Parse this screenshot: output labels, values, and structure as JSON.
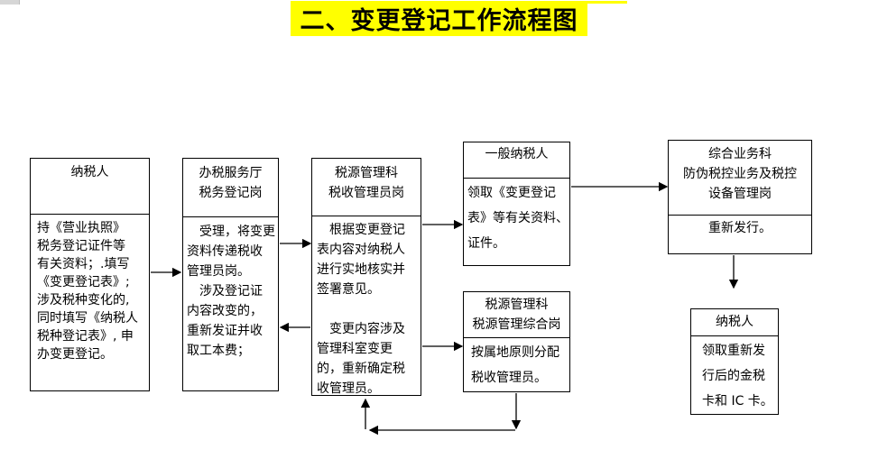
{
  "title": {
    "text": "二、变更登记工作流程图",
    "highlight_color": "#ffff00"
  },
  "boxes": [
    {
      "id": "taxpayer-start",
      "header": "纳税人",
      "body": "持《营业执照》\n税务登记证件等\n有关资料；.填写\n《变更登记表》;\n涉及税种变化的,\n同时填写《纳税人\n税种登记表》, 申\n办变更登记。"
    },
    {
      "id": "tax-service-hall",
      "header": "办税服务厅\n税务登记岗",
      "body": "　受理，将变更\n资料传递税收\n管理员岗。\n　涉及登记证\n内容改变的，\n重新发证并收\n取工本费；"
    },
    {
      "id": "tax-source-admin-clerk",
      "header": "税源管理科\n税收管理员岗",
      "body": "　根据变更登记\n表内容对纳税人\n进行实地核实并\n签署意见。\n\n　变更内容涉及\n管理科室变更\n的，重新确定税\n收管理员。"
    },
    {
      "id": "general-taxpayer",
      "header": "一般纳税人",
      "body": "领取《变更登记\n表》等有关资料、\n证件。"
    },
    {
      "id": "tax-source-comprehensive",
      "header": "税源管理科\n税源管理综合岗",
      "body": "按属地原则分配\n税收管理员。"
    },
    {
      "id": "comprehensive-business",
      "header": "综合业务科\n防伪税控业务及税控\n设备管理岗",
      "body": "重新发行。"
    },
    {
      "id": "taxpayer-final",
      "header": "纳税人",
      "body": "领取重新发\n行后的金税\n卡和 IC 卡。"
    }
  ]
}
